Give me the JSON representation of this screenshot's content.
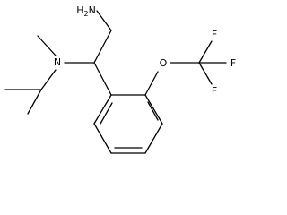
{
  "structure": {
    "atom_labels": {
      "amine": "H2N",
      "tertiary_amine": "N",
      "ether_oxygen": "O",
      "fluorine_1": "F",
      "fluorine_2": "F",
      "fluorine_3": "F"
    }
  },
  "colors": {
    "bond": "#000000",
    "label": "#000000",
    "background": "#ffffff"
  }
}
